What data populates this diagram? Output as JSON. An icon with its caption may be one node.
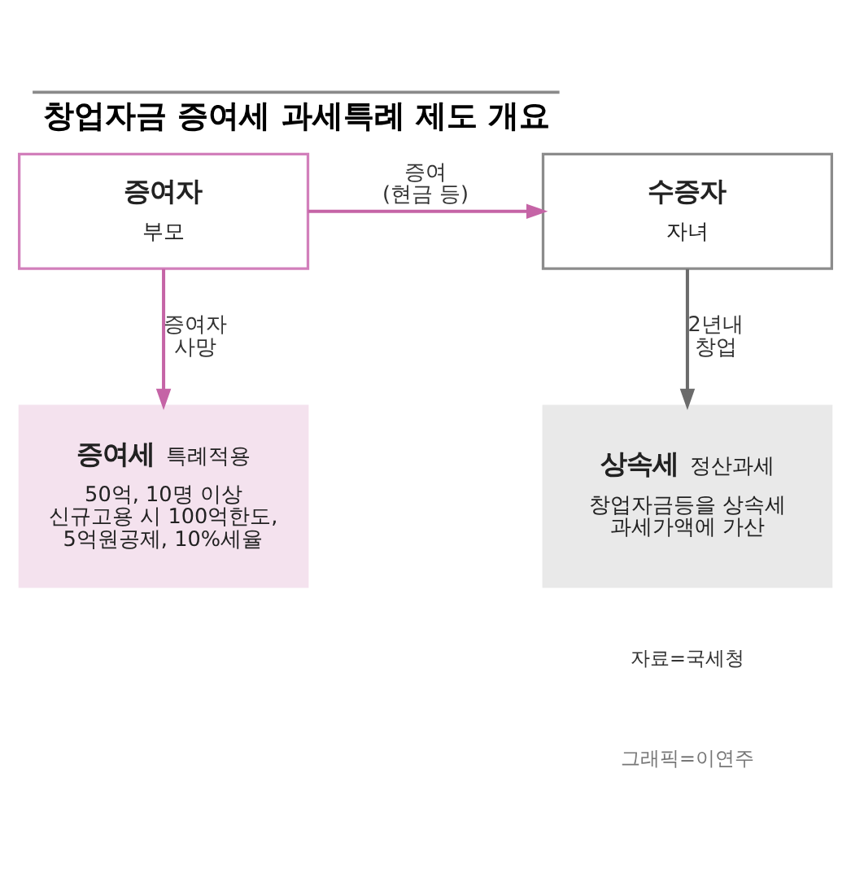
{
  "diagram": {
    "title": "창업자금 증여세 과세특례 제도 개요",
    "nodes": [
      {
        "text": [
          "증여자",
          "부모"
        ]
      },
      {
        "text": [
          "수증자",
          "자녀"
        ]
      },
      {
        "text": [
          "증여세 특례적용",
          "50억, 10명 이상 신규고용 시 100억한도, 5억원공제, 10%세율"
        ]
      },
      {
        "text": [
          "상속세 정산과세",
          "창업자금등을 상속세 과세가액에 가산"
        ]
      }
    ],
    "edges": [
      {
        "from": 0,
        "to": 1,
        "arrow": "to",
        "label": "증여 (현금 등)"
      },
      {
        "from": 0,
        "to": 2,
        "arrow": "to",
        "label": "증여자 사망"
      },
      {
        "from": 1,
        "to": 3,
        "arrow": "to",
        "label": "2년내 창업",
        "color": "#6b6b6b"
      }
    ],
    "labels": [
      "자료=국세청",
      "그래픽=이연주"
    ]
  }
}
